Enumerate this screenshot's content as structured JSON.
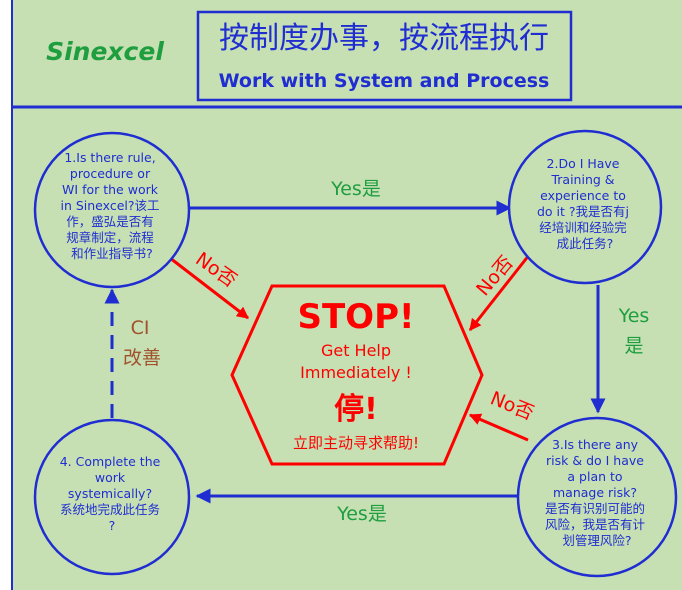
{
  "header": {
    "logo": "Sinexcel",
    "title_cn": "按制度办事，按流程执行",
    "title_en": "Work with System and Process"
  },
  "steps": [
    {
      "lines": [
        "1.Is there rule,",
        "procedure or",
        "WI for the work",
        "in Sinexcel?该工",
        "作，盛弘是否有",
        "规章制定，流程",
        "和作业指导书?"
      ]
    },
    {
      "lines": [
        "2.Do I Have",
        "Training &",
        "experience to",
        "do  it ?我是否有j",
        "经培训和经验完",
        "成此任务?"
      ]
    },
    {
      "lines": [
        "3.Is there any",
        "risk  & do I have",
        "a plan to",
        "manage risk?",
        "是否有识别可能的",
        "风险，我是否有计",
        "划管理风险?"
      ]
    },
    {
      "lines": [
        "4. Complete the",
        "work",
        "systemically?",
        "系统地完成此任务",
        "?"
      ]
    }
  ],
  "arrows": {
    "yes_1_2": "Yes是",
    "yes_2_3_en": "Yes",
    "yes_2_3_cn": "是",
    "yes_3_4": "Yes是",
    "no_1": "No否",
    "no_2": "No否",
    "no_3": "No否",
    "ci_en": "CI",
    "ci_cn": "改善"
  },
  "stop": {
    "title": "STOP!",
    "line1": "Get Help",
    "line2": "Immediately !",
    "cn_title": "停!",
    "cn_line": "立即主动寻求帮助!"
  },
  "colors": {
    "background": "#c6e0b4",
    "blue": "#1f2dd1",
    "red": "#ff0000",
    "green": "#1e9e3e",
    "brown": "#a0522d"
  }
}
